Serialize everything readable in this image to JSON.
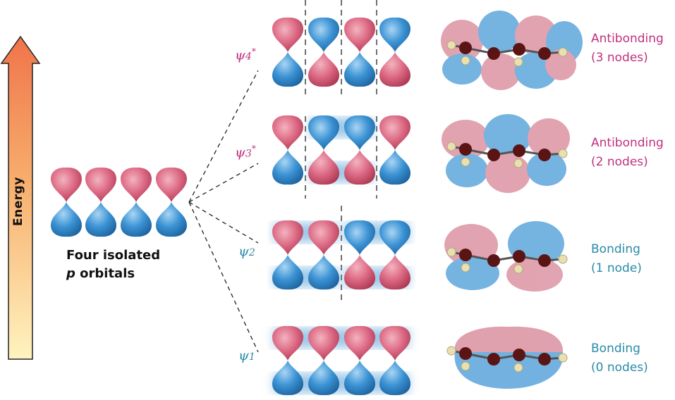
{
  "energy_label": "Energy",
  "isolated": {
    "line1": "Four isolated",
    "line2_p": "p",
    "line2_rest": " orbitals"
  },
  "levels": [
    {
      "symbol": "ψ",
      "index": "4",
      "star": "*",
      "type": "Antibonding",
      "nodes": "(3 nodes)"
    },
    {
      "symbol": "ψ",
      "index": "3",
      "star": "*",
      "type": "Antibonding",
      "nodes": "(2 nodes)"
    },
    {
      "symbol": "ψ",
      "index": "2",
      "star": "",
      "type": "Bonding",
      "nodes": "(1 node)"
    },
    {
      "symbol": "ψ",
      "index": "1",
      "star": "",
      "type": "Bonding",
      "nodes": "(0 nodes)"
    }
  ],
  "colors": {
    "antibonding": "#c0307f",
    "bonding": "#2a8aa8",
    "lobe_pink": "#d9607a",
    "lobe_blue": "#3a8fd0",
    "arrow_top": "#f0744a",
    "arrow_bottom": "#fff3bf"
  }
}
